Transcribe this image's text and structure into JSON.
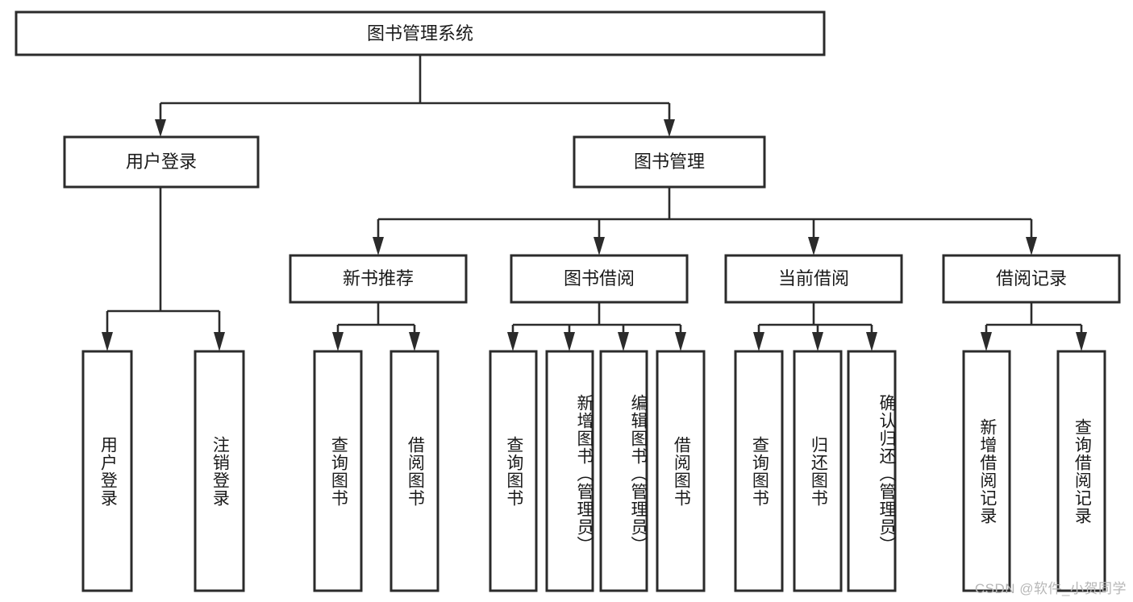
{
  "diagram": {
    "type": "tree-hierarchy-chart",
    "title": "图书管理系统",
    "watermark": "CSDN @软件_小贺同学",
    "colors": {
      "box_stroke": "#2b2b2b",
      "box_fill": "#ffffff",
      "connector": "#2b2b2b",
      "text": "#1a1a1a",
      "background": "#ffffff",
      "watermark": "#b7b7b7"
    },
    "levels": [
      {
        "level": 1,
        "nodes": [
          {
            "id": "root",
            "label": "图书管理系统",
            "orientation": "horizontal"
          }
        ]
      },
      {
        "level": 2,
        "nodes": [
          {
            "id": "user-login",
            "label": "用户登录",
            "orientation": "horizontal",
            "parent": "root"
          },
          {
            "id": "book-management",
            "label": "图书管理",
            "orientation": "horizontal",
            "parent": "root"
          }
        ]
      },
      {
        "level": 3,
        "nodes": [
          {
            "id": "new-book-recommend",
            "label": "新书推荐",
            "orientation": "horizontal",
            "parent": "book-management"
          },
          {
            "id": "book-borrow",
            "label": "图书借阅",
            "orientation": "horizontal",
            "parent": "book-management"
          },
          {
            "id": "current-borrow",
            "label": "当前借阅",
            "orientation": "horizontal",
            "parent": "book-management"
          },
          {
            "id": "borrow-record",
            "label": "借阅记录",
            "orientation": "horizontal",
            "parent": "book-management"
          }
        ]
      },
      {
        "level": 4,
        "nodes": [
          {
            "id": "leaf-user-login",
            "label": "用户登录",
            "orientation": "vertical",
            "parent": "user-login"
          },
          {
            "id": "leaf-logout-login",
            "label": "注销登录",
            "orientation": "vertical",
            "parent": "user-login"
          },
          {
            "id": "leaf-query-book-1",
            "label": "查询图书",
            "orientation": "vertical",
            "parent": "new-book-recommend"
          },
          {
            "id": "leaf-borrow-book-1",
            "label": "借阅图书",
            "orientation": "vertical",
            "parent": "new-book-recommend"
          },
          {
            "id": "leaf-query-book-2",
            "label": "查询图书",
            "orientation": "vertical",
            "parent": "book-borrow"
          },
          {
            "id": "leaf-add-book-admin",
            "label": "新增图书（管理员）",
            "orientation": "vertical",
            "parent": "book-borrow"
          },
          {
            "id": "leaf-edit-book-admin",
            "label": "编辑图书（管理员）",
            "orientation": "vertical",
            "parent": "book-borrow"
          },
          {
            "id": "leaf-borrow-book-2",
            "label": "借阅图书",
            "orientation": "vertical",
            "parent": "book-borrow"
          },
          {
            "id": "leaf-query-book-3",
            "label": "查询图书",
            "orientation": "vertical",
            "parent": "current-borrow"
          },
          {
            "id": "leaf-return-book",
            "label": "归还图书",
            "orientation": "vertical",
            "parent": "current-borrow"
          },
          {
            "id": "leaf-confirm-return-admin",
            "label": "确认归还（管理员）",
            "orientation": "vertical",
            "parent": "current-borrow"
          },
          {
            "id": "leaf-add-borrow-record",
            "label": "新增借阅记录",
            "orientation": "vertical",
            "parent": "borrow-record"
          },
          {
            "id": "leaf-query-borrow-record",
            "label": "查询借阅记录",
            "orientation": "vertical",
            "parent": "borrow-record"
          }
        ]
      }
    ]
  }
}
